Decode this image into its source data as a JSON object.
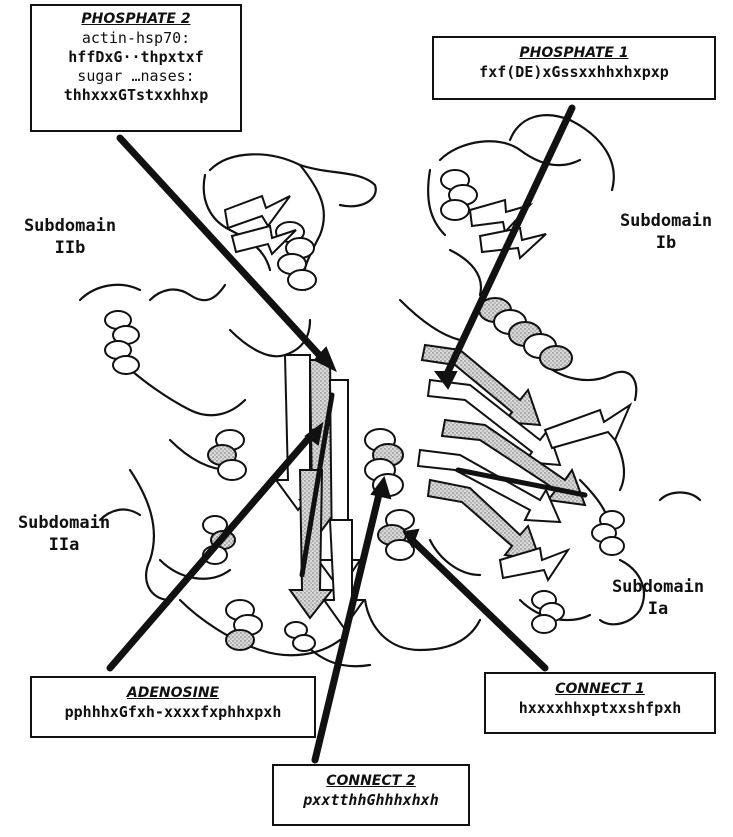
{
  "subdomains": {
    "IIb": [
      "Subdomain",
      "IIb"
    ],
    "Ib": [
      "Subdomain",
      "Ib"
    ],
    "IIa": [
      "Subdomain",
      "IIa"
    ],
    "Ia": [
      "Subdomain",
      "Ia"
    ]
  },
  "boxes": {
    "phosphate2": {
      "title": "PHOSPHATE  2",
      "lines": [
        "actin-hsp70:",
        "hffDxG··thpxtxf",
        "sugar …nases:",
        "thhxxxGTstxxhhxp"
      ]
    },
    "phosphate1": {
      "title": "PHOSPHATE  1",
      "lines": [
        "fxf(DE)xGssxxhhxhxpxp"
      ]
    },
    "adenosine": {
      "title": "ADENOSINE",
      "lines": [
        "pphhhxGfxh-xxxxfxphhxpxh"
      ]
    },
    "connect1": {
      "title": "CONNECT  1",
      "lines": [
        "hxxxxhhxptxxshfpxh"
      ]
    },
    "connect2": {
      "title": "CONNECT  2",
      "lines": [
        "pxxtthhGhhhxhxh"
      ]
    }
  },
  "colors": {
    "ink": "#111111",
    "ribbon": "#ffffff",
    "strand_fill": "#bdbdbd"
  }
}
